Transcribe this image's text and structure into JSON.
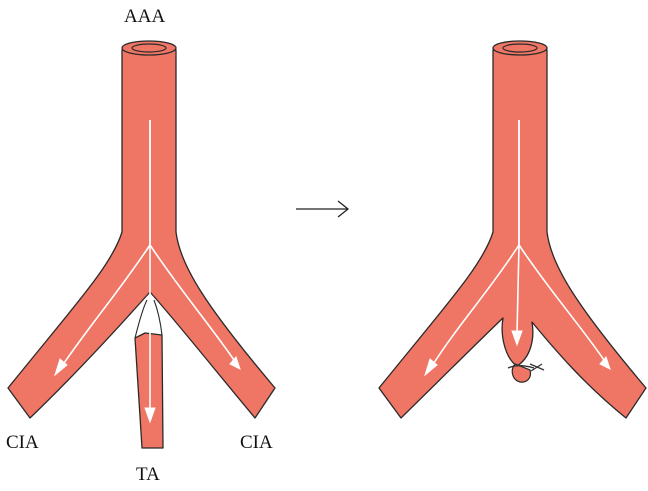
{
  "labels": {
    "aorta": "AAA",
    "left_iliac": "CIA",
    "right_iliac": "CIA",
    "tail_artery": "TA"
  },
  "colors": {
    "vessel_fill": "#ef7565",
    "vessel_stroke": "#2a2a2a",
    "flow_arrow": "#ffffff",
    "suture": "#333333"
  },
  "icons": {
    "transition": "right-arrow-icon"
  }
}
